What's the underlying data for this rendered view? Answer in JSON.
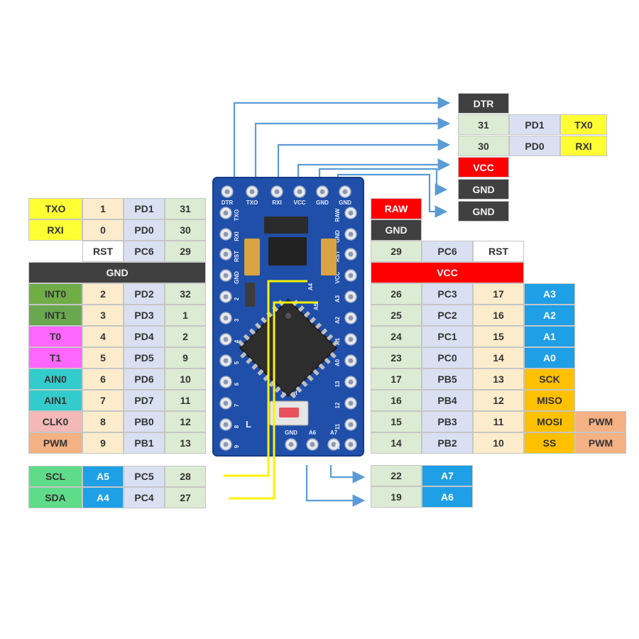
{
  "colors": {
    "num": "#fdeccc",
    "port": "#d9e0f2",
    "num2": "#dcebd3",
    "dark": "#404040",
    "red": "#ff0000",
    "yellow": "#ffff33",
    "green": "#70ad47",
    "green_dark": "#6aa84f",
    "magenta": "#ff66ff",
    "teal": "#33cccc",
    "pink": "#f4b8b8",
    "salmon": "#f4b183",
    "blue": "#1e9fe6",
    "gold": "#ffc000",
    "mint": "#5fdc8a",
    "board": "#1f4fa8",
    "arrow": "#5b9bd5",
    "wire": "#fff200"
  },
  "top_right": [
    {
      "label": "DTR",
      "color": "dark"
    },
    {
      "label": "31",
      "color": "num2"
    },
    {
      "label": "PD1",
      "color": "port"
    },
    {
      "label": "TX0",
      "color": "yellow"
    },
    {
      "label": "30",
      "color": "num2"
    },
    {
      "label": "PD0",
      "color": "port"
    },
    {
      "label": "RXI",
      "color": "yellow"
    },
    {
      "label": "VCC",
      "color": "red"
    },
    {
      "label": "GND",
      "color": "dark"
    },
    {
      "label": "GND",
      "color": "dark"
    }
  ],
  "left_rows": [
    [
      "TXO",
      "1",
      "PD1",
      "31"
    ],
    [
      "RXI",
      "0",
      "PD0",
      "30"
    ],
    [
      "RST",
      "PC6",
      "29"
    ],
    [
      "GND"
    ],
    [
      "INT0",
      "2",
      "PD2",
      "32"
    ],
    [
      "INT1",
      "3",
      "PD3",
      "1"
    ],
    [
      "T0",
      "4",
      "PD4",
      "2"
    ],
    [
      "T1",
      "5",
      "PD5",
      "9"
    ],
    [
      "AIN0",
      "6",
      "PD6",
      "10"
    ],
    [
      "AIN1",
      "7",
      "PD7",
      "11"
    ],
    [
      "CLK0",
      "8",
      "PB0",
      "12"
    ],
    [
      "PWM",
      "9",
      "PB1",
      "13"
    ],
    [
      "SCL",
      "A5",
      "PC5",
      "28"
    ],
    [
      "SDA",
      "A4",
      "PC4",
      "27"
    ]
  ],
  "right_rows": [
    [
      "RAW"
    ],
    [
      "GND"
    ],
    [
      "29",
      "PC6",
      "RST"
    ],
    [
      "VCC"
    ],
    [
      "26",
      "PC3",
      "17",
      "A3"
    ],
    [
      "25",
      "PC2",
      "16",
      "A2"
    ],
    [
      "24",
      "PC1",
      "15",
      "A1"
    ],
    [
      "23",
      "PC0",
      "14",
      "A0"
    ],
    [
      "17",
      "PB5",
      "13",
      "SCK"
    ],
    [
      "16",
      "PB4",
      "12",
      "MISO"
    ],
    [
      "15",
      "PB3",
      "11",
      "MOSI",
      "PWM"
    ],
    [
      "14",
      "PB2",
      "10",
      "SS",
      "PWM"
    ],
    [
      "22",
      "A7"
    ],
    [
      "19",
      "A6"
    ]
  ],
  "board": {
    "top_labels": [
      "DTR",
      "TXO",
      "RXI",
      "VCC",
      "GND",
      "GND"
    ],
    "left_labels": [
      "TXO",
      "RXI",
      "RST",
      "GND",
      "2",
      "3",
      "4",
      "5",
      "6",
      "7",
      "8",
      "9"
    ],
    "right_labels": [
      "RAW",
      "GND",
      "RST",
      "VCC",
      "A3",
      "A2",
      "A1",
      "A0",
      "13",
      "12",
      "11",
      "10"
    ],
    "bottom_labels": [
      "GND",
      "A6",
      "A7"
    ],
    "chip_labels": [
      "A4",
      "A5"
    ],
    "led_label": "L",
    "reset_label": "Reset"
  }
}
